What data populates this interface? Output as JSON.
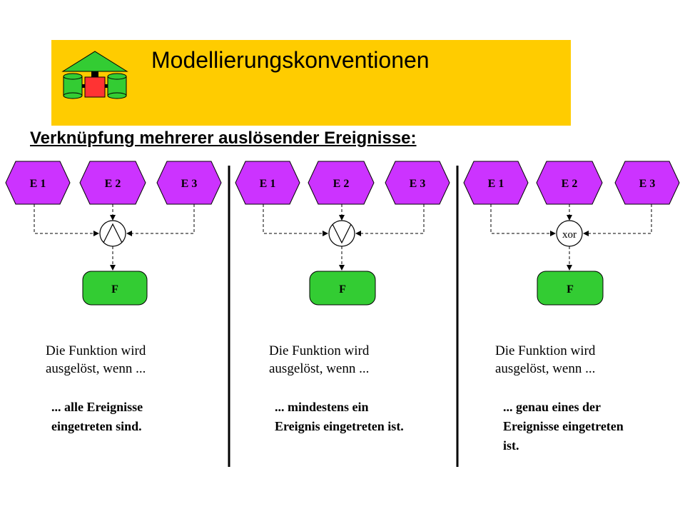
{
  "header": {
    "title": "Modellierungskonventionen",
    "colors": {
      "band": "#FFCC00",
      "logo_green": "#33CC33",
      "logo_red": "#FF3333"
    },
    "icon": "aris-house-logo"
  },
  "subtitle": "Verknüpfung mehrerer auslösender Ereignisse:",
  "colors": {
    "event": "#CC33FF",
    "function": "#33CC33",
    "divider": "#000000"
  },
  "panels": [
    {
      "events": [
        "E 1",
        "E 2",
        "E 3"
      ],
      "operator": {
        "type": "and",
        "icon": "and-operator-icon",
        "label": ""
      },
      "function": "F",
      "description": [
        "Die Funktion wird",
        "ausgelöst, wenn ..."
      ],
      "condition": [
        "... alle Ereignisse",
        "eingetreten sind."
      ]
    },
    {
      "events": [
        "E 1",
        "E 2",
        "E 3"
      ],
      "operator": {
        "type": "or",
        "icon": "or-operator-icon",
        "label": ""
      },
      "function": "F",
      "description": [
        "Die Funktion wird",
        "ausgelöst, wenn ..."
      ],
      "condition": [
        "... mindestens ein",
        "Ereignis eingetreten ist."
      ]
    },
    {
      "events": [
        "E 1",
        "E 2",
        "E 3"
      ],
      "operator": {
        "type": "xor",
        "icon": "xor-operator-icon",
        "label": "xor"
      },
      "function": "F",
      "description": [
        "Die Funktion wird",
        "ausgelöst, wenn ..."
      ],
      "condition": [
        "... genau eines der",
        "Ereignisse eingetreten",
        "ist."
      ]
    }
  ]
}
